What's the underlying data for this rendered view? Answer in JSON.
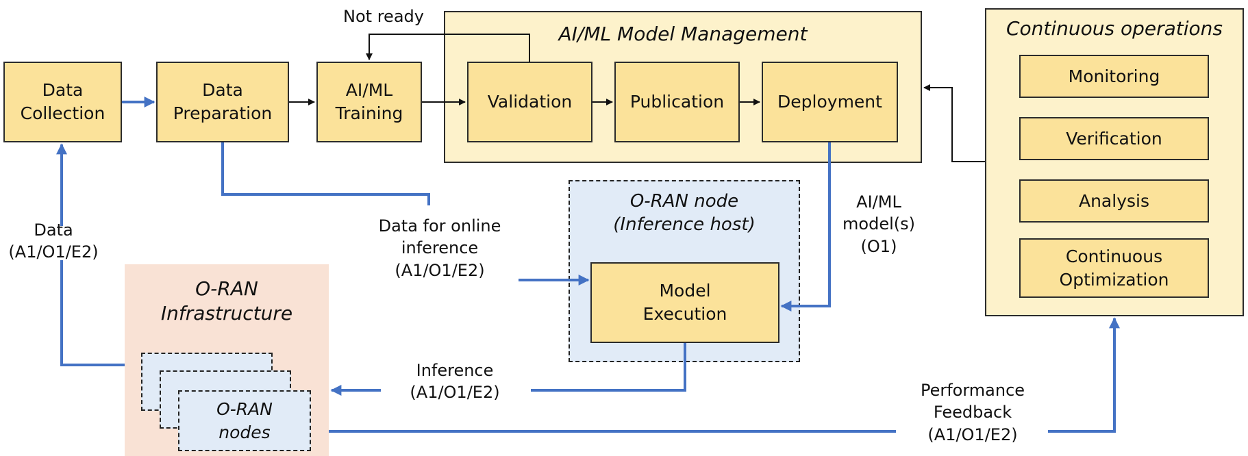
{
  "nodes": {
    "data_collection": "Data\nCollection",
    "data_preparation": "Data\nPreparation",
    "training": "AI/ML\nTraining",
    "validation": "Validation",
    "publication": "Publication",
    "deployment": "Deployment",
    "model_execution": "Model\nExecution",
    "monitoring": "Monitoring",
    "verification": "Verification",
    "analysis": "Analysis",
    "continuous_optimization": "Continuous\nOptimization"
  },
  "groups": {
    "model_management": "AI/ML Model Management",
    "continuous_operations": "Continuous operations",
    "oran_node": "O-RAN node\n(Inference host)",
    "oran_infrastructure": "O-RAN\nInfrastructure",
    "oran_nodes": "O-RAN\nnodes"
  },
  "edge_labels": {
    "not_ready": "Not ready",
    "data": "Data\n(A1/O1/E2)",
    "online_inference": "Data for online\ninference\n(A1/O1/E2)",
    "models": "AI/ML\nmodel(s)\n(O1)",
    "inference": "Inference\n(A1/O1/E2)",
    "performance_feedback": "Performance\nFeedback\n(A1/O1/E2)"
  },
  "colors": {
    "box_fill": "#fbe29a",
    "group_fill": "#fdf2cb",
    "infrastructure_fill": "#f9e2d5",
    "oran_node_fill": "#e1ebf7",
    "blue_arrow": "#4472c4",
    "black_arrow": "#111111"
  }
}
